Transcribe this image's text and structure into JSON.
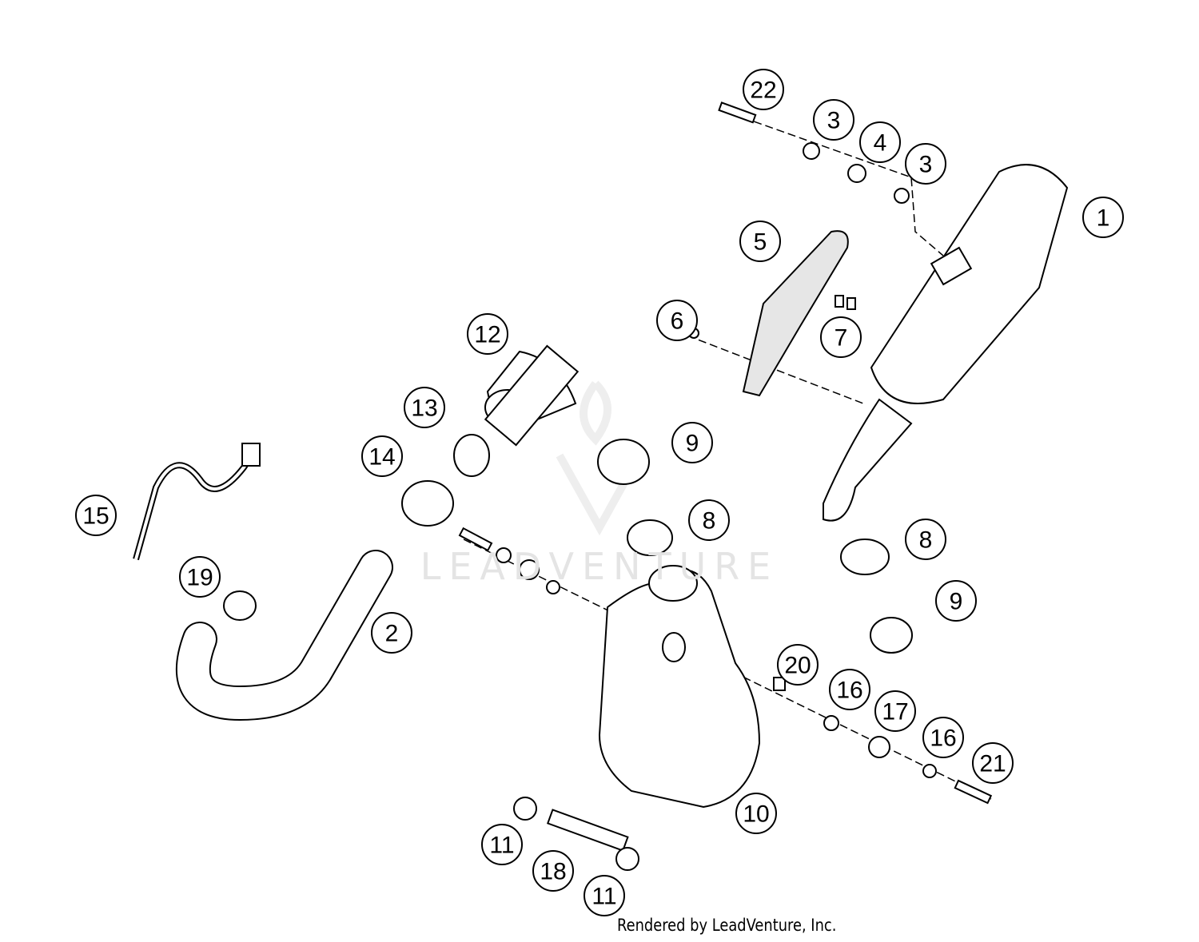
{
  "diagram": {
    "watermark": "LEADVENTURE",
    "footer": "Rendered by LeadVenture, Inc.",
    "callouts": [
      "22",
      "3",
      "4",
      "3",
      "1",
      "5",
      "6",
      "7",
      "12",
      "13",
      "9",
      "14",
      "15",
      "8",
      "8",
      "19",
      "2",
      "9",
      "20",
      "16",
      "17",
      "16",
      "21",
      "10",
      "11",
      "18",
      "11"
    ]
  }
}
